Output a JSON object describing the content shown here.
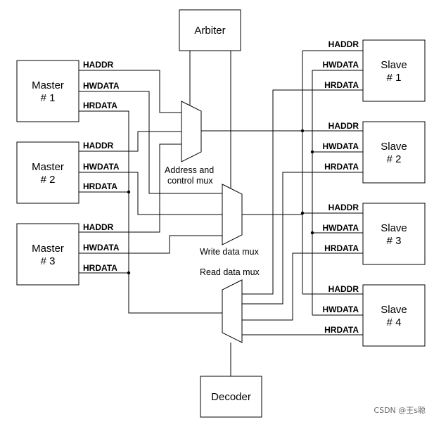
{
  "arbiter": {
    "label": "Arbiter"
  },
  "decoder": {
    "label": "Decoder"
  },
  "masters": [
    {
      "line1": "Master",
      "line2": "# 1"
    },
    {
      "line1": "Master",
      "line2": "# 2"
    },
    {
      "line1": "Master",
      "line2": "# 3"
    }
  ],
  "slaves": [
    {
      "line1": "Slave",
      "line2": "# 1"
    },
    {
      "line1": "Slave",
      "line2": "# 2"
    },
    {
      "line1": "Slave",
      "line2": "# 3"
    },
    {
      "line1": "Slave",
      "line2": "# 4"
    }
  ],
  "signals": {
    "haddr": "HADDR",
    "hwdata": "HWDATA",
    "hrdata": "HRDATA"
  },
  "muxes": {
    "address_line1": "Address and",
    "address_line2": "control mux",
    "write": "Write data mux",
    "read": "Read data mux"
  },
  "watermark": "CSDN @王s聪"
}
